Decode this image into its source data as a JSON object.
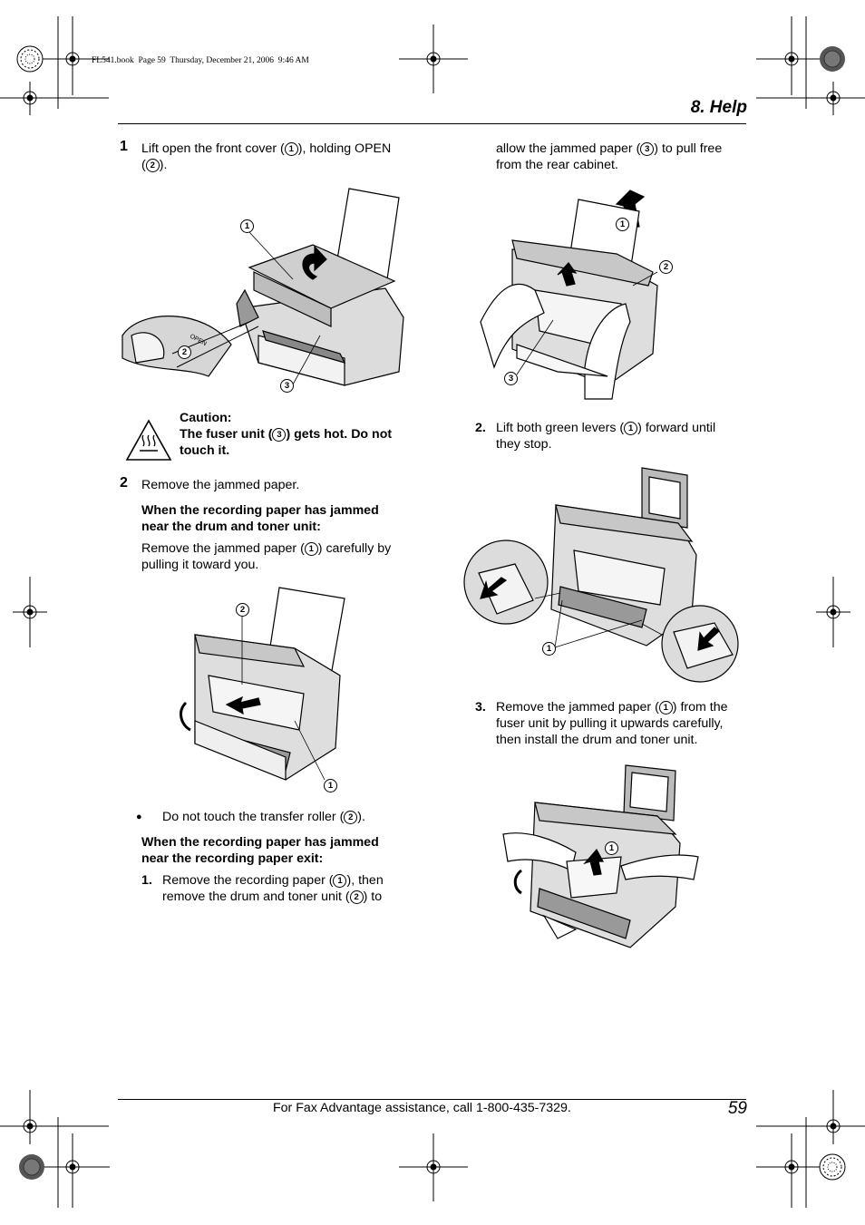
{
  "header": {
    "book_info": "FL541.book  Page 59  Thursday, December 21, 2006  9:46 AM",
    "section": "8. Help"
  },
  "step1": {
    "num": "1",
    "text_a": "Lift open the front cover (",
    "c1": "1",
    "text_b": "), holding OPEN",
    "text_c": "(",
    "c2": "2",
    "text_d": ")."
  },
  "fig1": {
    "labels": [
      "1",
      "2",
      "3"
    ],
    "open_text": "OPEN"
  },
  "caution": {
    "title": "Caution:",
    "line1_a": "The fuser unit (",
    "c": "3",
    "line1_b": ") gets hot. Do not",
    "line2": "touch it."
  },
  "step2": {
    "num": "2",
    "text": "Remove the jammed paper.",
    "sub1_title_1": "When the recording paper has jammed",
    "sub1_title_2": "near the drum and toner unit:",
    "sub1_text_a": "Remove the jammed paper (",
    "sub1_c": "1",
    "sub1_text_b": ") carefully by",
    "sub1_text_c": "pulling it toward you."
  },
  "fig2": {
    "labels": [
      "2",
      "1"
    ]
  },
  "bullet": {
    "text_a": "Do not touch the transfer roller (",
    "c": "2",
    "text_b": ")."
  },
  "sub2": {
    "title_1": "When the recording paper has jammed",
    "title_2": "near the recording paper exit:",
    "item1_num": "1.",
    "item1_a": "Remove the recording paper (",
    "item1_c1": "1",
    "item1_b": "), then",
    "item1_c": "remove the drum and toner unit (",
    "item1_c2": "2",
    "item1_d": ") to"
  },
  "right": {
    "cont_a": "allow the jammed paper (",
    "cont_c": "3",
    "cont_b": ") to pull free",
    "cont_line2": "from the rear cabinet.",
    "item2_num": "2.",
    "item2_a": "Lift both green levers (",
    "item2_c": "1",
    "item2_b": ") forward until",
    "item2_line2": "they stop.",
    "item3_num": "3.",
    "item3_a": "Remove the jammed paper (",
    "item3_c": "1",
    "item3_b": ") from the",
    "item3_line2": "fuser unit by pulling it upwards carefully,",
    "item3_line3": "then install the drum and toner unit."
  },
  "fig3": {
    "labels": [
      "1",
      "2",
      "3"
    ]
  },
  "fig4": {
    "labels": [
      "1"
    ]
  },
  "fig5": {
    "labels": [
      "1"
    ]
  },
  "footer": {
    "assist": "For Fax Advantage assistance, call 1-800-435-7329.",
    "page": "59"
  }
}
